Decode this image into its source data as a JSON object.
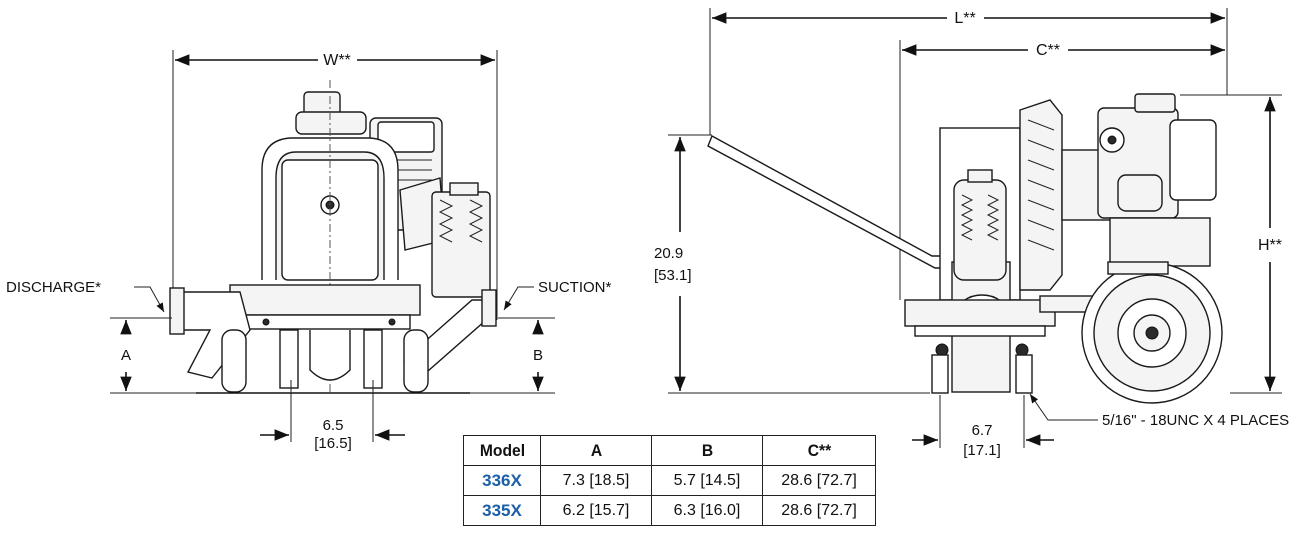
{
  "labels": {
    "width": "W**",
    "length": "L**",
    "c_dim": "C**",
    "height": "H**",
    "discharge": "DISCHARGE*",
    "suction": "SUCTION*",
    "dim_a": "A",
    "dim_b": "B",
    "front_base": "6.5",
    "front_base_mm": "[16.5]",
    "side_height": "20.9",
    "side_height_mm": "[53.1]",
    "side_base": "6.7",
    "side_base_mm": "[17.1]",
    "bolts": "5/16\" - 18UNC X 4 PLACES"
  },
  "table": {
    "headers": [
      "Model",
      "A",
      "B",
      "C**"
    ],
    "rows": [
      [
        "336X",
        "7.3 [18.5]",
        "5.7 [14.5]",
        "28.6 [72.7]"
      ],
      [
        "335X",
        "6.2 [15.7]",
        "6.3 [16.0]",
        "28.6 [72.7]"
      ]
    ]
  }
}
